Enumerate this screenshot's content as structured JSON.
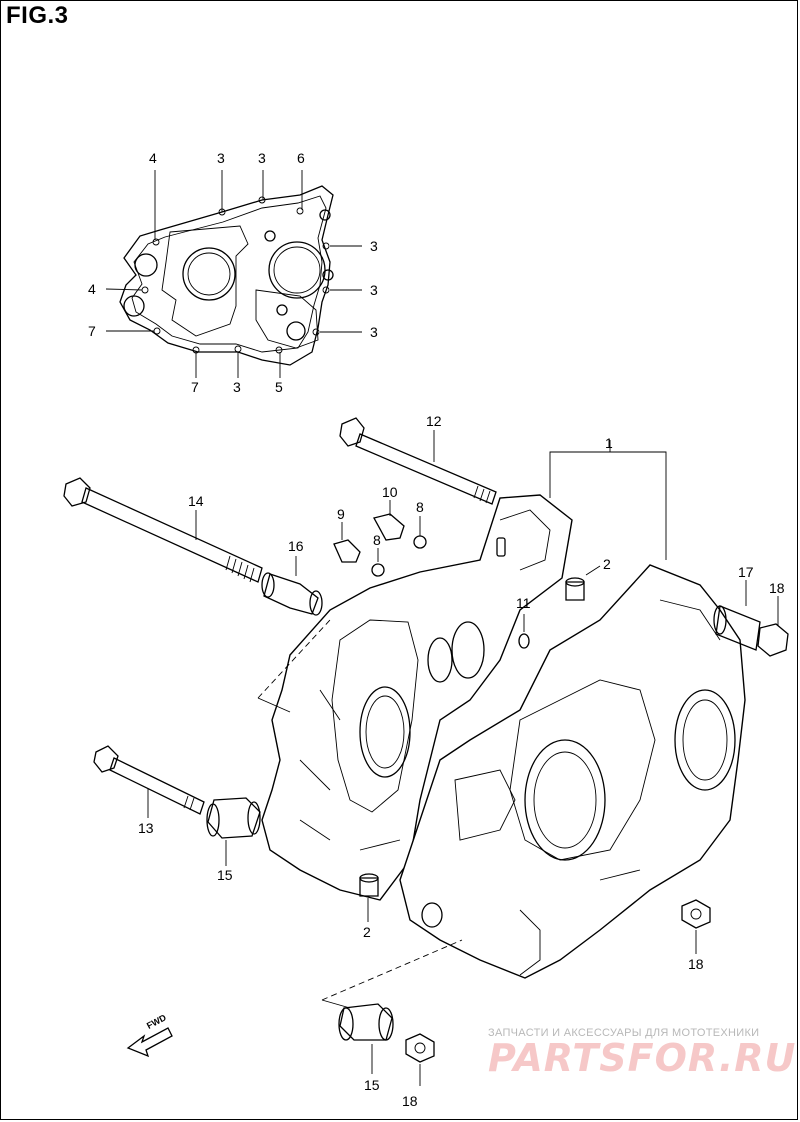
{
  "figure": {
    "title": "FIG.3"
  },
  "direction_label": "FWD",
  "watermark": {
    "tagline": "ЗАПЧАСТИ И АКСЕССУАРЫ ДЛЯ МОТОТЕХНИКИ",
    "logo": "PARTSFOR.RU"
  },
  "callouts": [
    "4",
    "3",
    "3",
    "6",
    "3",
    "4",
    "3",
    "7",
    "3",
    "7",
    "3",
    "5",
    "12",
    "1",
    "14",
    "10",
    "8",
    "9",
    "8",
    "16",
    "2",
    "17",
    "18",
    "11",
    "13",
    "15",
    "2",
    "18",
    "15",
    "18"
  ]
}
